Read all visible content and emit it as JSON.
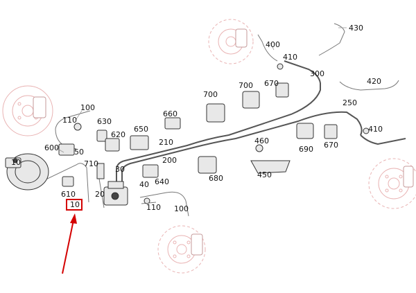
{
  "colors": {
    "background": "#ffffff",
    "wheel_outline": "#e9b3b3",
    "highlight_box": "#d40000",
    "arrow": "#d40000"
  },
  "callouts": {
    "c430": "430",
    "c400_top": "400",
    "c410_top": "410",
    "c300": "300",
    "c420": "420",
    "c700_a": "700",
    "c700_b": "700",
    "c670_top": "670",
    "c250": "250",
    "c100_top": "100",
    "c110_left": "110",
    "c630": "630",
    "c620": "620",
    "c650": "650",
    "c660": "660",
    "c410_right": "410",
    "c600": "600",
    "c50": "50",
    "c710": "710",
    "c210": "210",
    "c200": "200",
    "c460": "460",
    "c690": "690",
    "c670_right": "670",
    "c10_arc": "10",
    "c30": "30",
    "c40": "40",
    "c640": "640",
    "c680": "680",
    "c450": "450",
    "c610": "610",
    "c20": "20",
    "c10_boxed": "10",
    "c110_bottom": "110",
    "c100_bottom": "100"
  },
  "highlight": {
    "label_ref": "10",
    "pointer": "red-arrow"
  }
}
